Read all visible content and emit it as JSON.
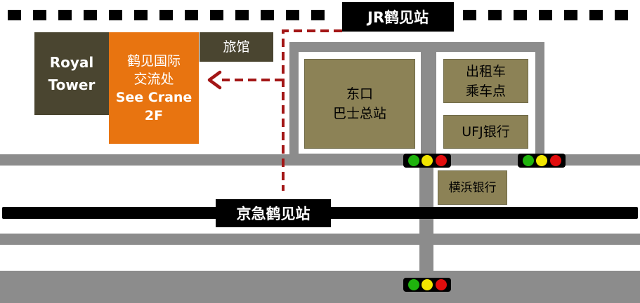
{
  "colors": {
    "road": "#8c8c8c",
    "building": "#8c8256",
    "royal_tower": "#4a4530",
    "see_crane": "#e87410",
    "route": "#a31616",
    "rail": "#000000",
    "light_green": "#1fb30d",
    "light_yellow": "#f2e600",
    "light_red": "#e10d0d"
  },
  "stations": {
    "jr": "JR鹤见站",
    "keikyu": "京急鹤见站"
  },
  "buildings": {
    "royal_tower_line1": "Royal",
    "royal_tower_line2": "Tower",
    "see_crane_line1": "鹤见国际",
    "see_crane_line2": "交流处",
    "see_crane_line3": "See Crane",
    "see_crane_line4": "2F",
    "hotel": "旅馆",
    "bus_terminal_line1": "东口",
    "bus_terminal_line2": "巴士总站",
    "taxi_line1": "出租车",
    "taxi_line2": "乘车点",
    "ufj_bank": "UFJ银行",
    "yokohama_bank": "横浜银行"
  },
  "icons": {
    "traffic_light": "traffic-light-icon",
    "route_arrow": "arrow-left-icon"
  }
}
